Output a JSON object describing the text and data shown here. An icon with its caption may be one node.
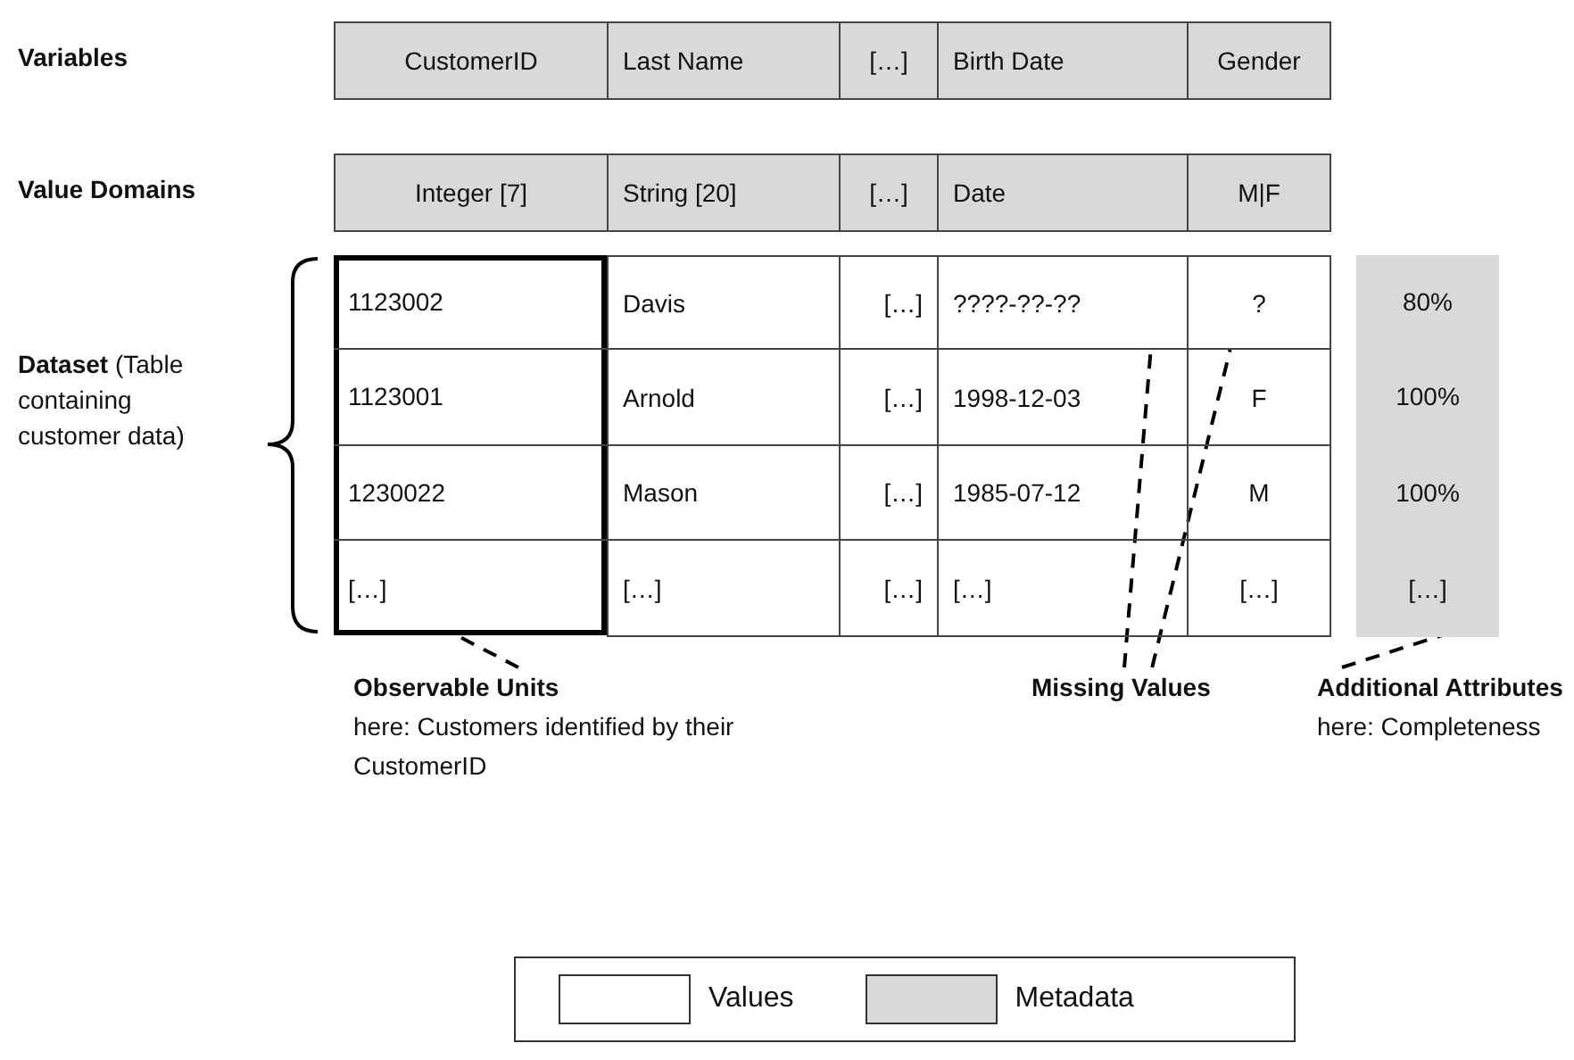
{
  "diagram": {
    "nodes": [
      {
        "text": [],
        "shape": "box"
      },
      {
        "text": [
          "????-??-??"
        ]
      },
      {
        "text": [
          "?"
        ]
      },
      {
        "text": [],
        "shape": "box"
      },
      {
        "text": [
          "Observable Units",
          "here: Customers identified by their CustomerID"
        ]
      },
      {
        "text": [
          "Missing Values"
        ]
      },
      {
        "text": [
          "Additional Attributes",
          "here: Completeness"
        ]
      }
    ],
    "edges": [
      {
        "from": 4,
        "to": 0,
        "arrow": "none",
        "style": "dashed"
      },
      {
        "from": 5,
        "to": 1,
        "arrow": "none",
        "style": "dashed"
      },
      {
        "from": 5,
        "to": 2,
        "arrow": "none",
        "style": "dashed"
      },
      {
        "from": 6,
        "to": 3,
        "arrow": "none",
        "style": "dashed"
      }
    ],
    "labels": [
      "Variables",
      "Value Domains",
      "**Dataset** (Table containing customer data)",
      "CustomerID",
      "Last Name",
      "[…]",
      "Birth Date",
      "Gender",
      "Integer [7]",
      "String [20]",
      "[…]",
      "Date",
      "M|F",
      "1123002",
      "Davis",
      "[…]",
      "80%",
      "1123001",
      "Arnold",
      "[…]",
      "1998-12-03",
      "F",
      "100%",
      "1230022",
      "Mason",
      "[…]",
      "1985-07-12",
      "M",
      "100%",
      "[…]",
      "[…]",
      "[…]",
      "[…]",
      "[…]",
      "[…]"
    ],
    "legend": [
      {
        "text": "Values",
        "color": "#ffffff"
      },
      {
        "text": "Metadata",
        "color": "#d9d9d9"
      }
    ]
  }
}
